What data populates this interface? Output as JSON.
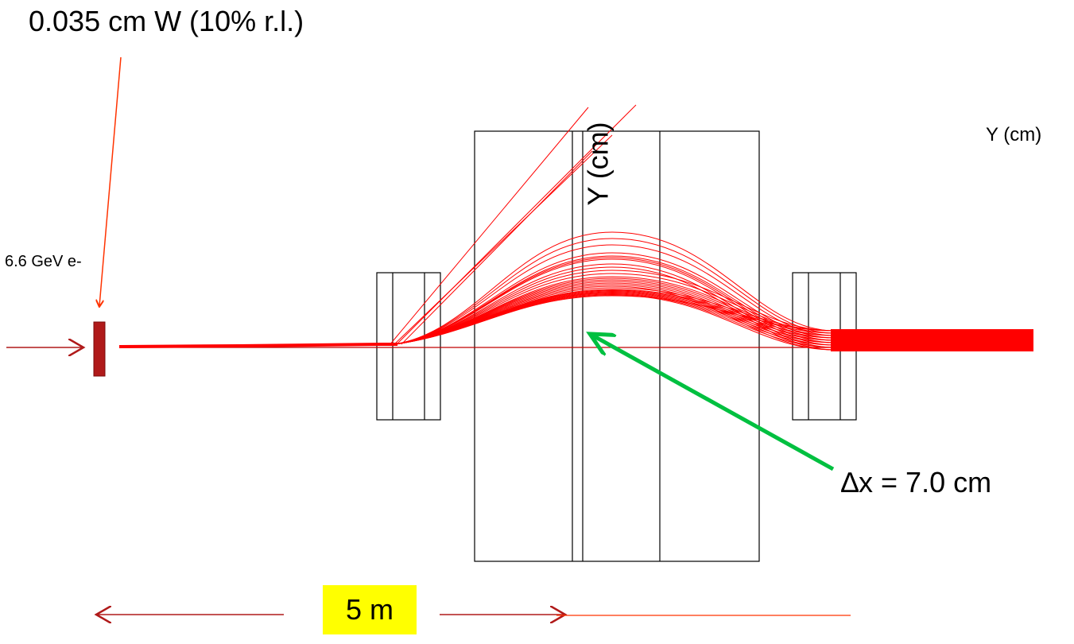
{
  "labels": {
    "target": "0.035 cm W (10% r.l.)",
    "beam": "6.6 GeV e-",
    "y_axis_right": "Y (cm)",
    "y_axis_rotated": "Y (cm)",
    "deflection": "∆x = 7.0 cm",
    "scale": "5 m"
  },
  "colors": {
    "beam": "#ff0000",
    "target": "#b01a1a",
    "arrow_dark": "#b01a1a",
    "deflection_arrow": "#00c040",
    "outline": "#000000",
    "scale_highlight": "#ffff00"
  }
}
